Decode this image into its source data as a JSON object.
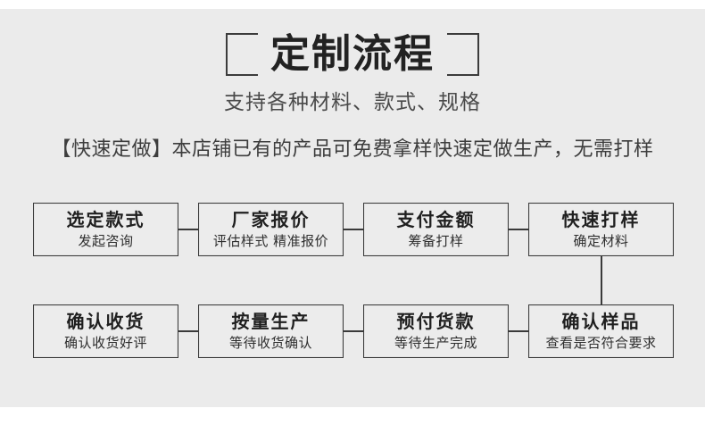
{
  "header": {
    "title": "定制流程",
    "subtitle": "支持各种材料、款式、规格",
    "bracket_left": "bracket-left-decoration",
    "bracket_right": "bracket-right-decoration"
  },
  "notice": {
    "text": "【快速定做】本店铺已有的产品可免费拿样快速定做生产，无需打样"
  },
  "colors": {
    "panel_background": "#ebebeb",
    "page_background": "#ffffff",
    "box_background": "#ececec",
    "border": "#3a3a3a",
    "title_text": "#222222",
    "body_text": "#3d3d3d"
  },
  "flow": {
    "rows": [
      {
        "name": "row-top",
        "steps": [
          {
            "title": "选定款式",
            "sub": "发起咨询"
          },
          {
            "title": "厂家报价",
            "sub": "评估样式 精准报价"
          },
          {
            "title": "支付金额",
            "sub": "筹备打样"
          },
          {
            "title": "快速打样",
            "sub": "确定材料"
          }
        ]
      },
      {
        "name": "row-bottom",
        "steps": [
          {
            "title": "确认收货",
            "sub": "确认收货好评"
          },
          {
            "title": "按量生产",
            "sub": "等待收货确认"
          },
          {
            "title": "预付货款",
            "sub": "等待生产完成"
          },
          {
            "title": "确认样品",
            "sub": "查看是否符合要求"
          }
        ]
      }
    ]
  }
}
